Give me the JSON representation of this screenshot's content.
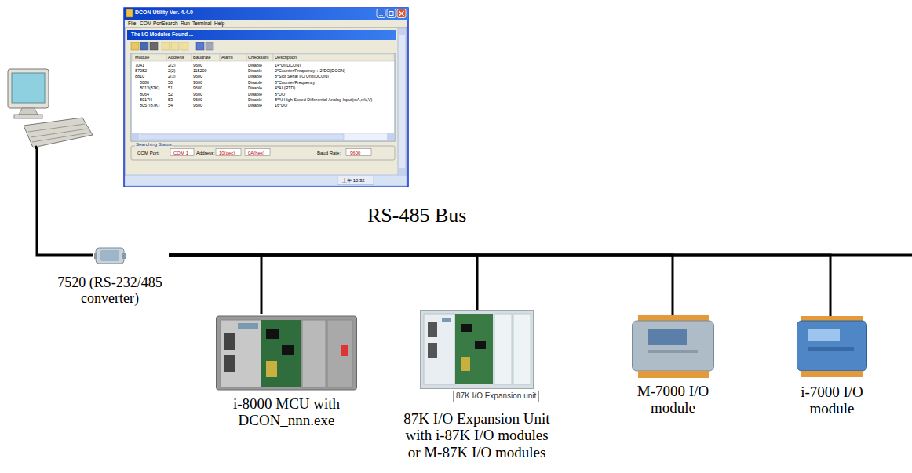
{
  "diagram": {
    "nodes": [
      {
        "text": [
          "7520 (RS-232/485 converter)"
        ]
      },
      {
        "text": [
          "i-8000 MCU with DCON_nnn.exe"
        ]
      },
      {
        "text": [
          "87K I/O Expansion unit",
          "87K I/O Expansion Unit with i-87K I/O modules or M-87K I/O modules"
        ]
      },
      {
        "text": [
          "M-7000 I/O module"
        ]
      },
      {
        "text": [
          "i-7000 I/O module"
        ]
      }
    ],
    "edges": [
      {
        "from": 0,
        "to": 1,
        "arrow": "none"
      },
      {
        "from": 0,
        "to": 2,
        "arrow": "none"
      },
      {
        "from": 0,
        "to": 3,
        "arrow": "none"
      },
      {
        "from": 0,
        "to": 4,
        "arrow": "none"
      }
    ],
    "labels": [
      "RS-485 Bus",
      "DCON Utility Ver. 4.4.0",
      "File",
      "COM Port",
      "Search",
      "Run",
      "Terminal",
      "Help",
      "The I/O Modules Found ...",
      "Module",
      "Address",
      "Baudrate",
      "Alarm",
      "Checksum",
      "Description",
      "7041",
      "2(2)",
      "9600",
      "Disable",
      "14*DI(DCON)",
      "87082",
      "2(2)",
      "115200",
      "Disable",
      "2*Counter/Frequency + 2*DO(DCON)",
      "8810",
      "2(3)",
      "9600",
      "Disable",
      "8*Slot Serial I/O Unit(DCON)",
      "8080",
      "50",
      "9600",
      "Disable",
      "8*Counter/Frequency",
      "8013(87K)",
      "51",
      "9600",
      "Disable",
      "4*AI (RTD)",
      "8064",
      "52",
      "9600",
      "Disable",
      "8*DO",
      "8017H",
      "53",
      "9600",
      "Disable",
      "8*AI High Speed Differential Analog Input(mA,mV,V)",
      "8057(87K)",
      "54",
      "9600",
      "Disable",
      "16*DO",
      "Searching Status:",
      "COM Port:",
      "COM 1",
      "Address:",
      "10(dec)",
      "0A(hex)",
      "Baud Rate:",
      "9600",
      "上午 10:32"
    ]
  }
}
